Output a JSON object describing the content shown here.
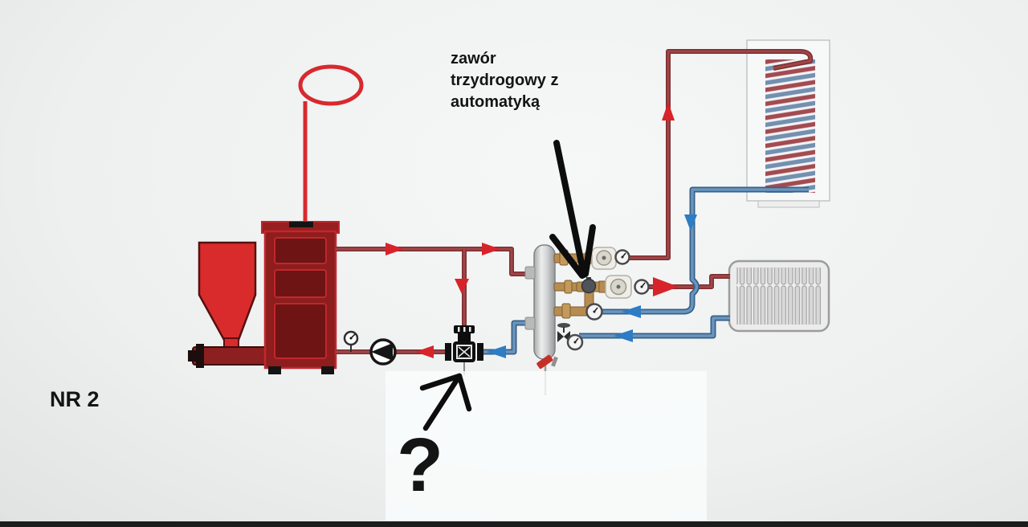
{
  "annotations": {
    "valve_label": "zawór\ntrzydrogowy z\nautomatyką",
    "page_label": "NR 2",
    "question_mark": "?"
  },
  "legend": {
    "supply_pipe_color": "#8d3537",
    "return_pipe_color": "#44719c",
    "supply_arrow_color": "#d7242a",
    "return_arrow_color": "#2e7cc3",
    "boiler_color": "#8e1d1d",
    "hopper_color": "#d92b2b",
    "annotation_color": "#0d0d0d"
  },
  "components": [
    "fuel-hopper",
    "screw-feeder",
    "solid-fuel-boiler",
    "chimney-annotation-ellipse",
    "boiler-circulation-pump",
    "thermometer",
    "four-way-mixing-valve",
    "hydraulic-separator",
    "three-way-valve-with-actuator",
    "circuit-pump-1",
    "circuit-pump-2",
    "pressure-gauges",
    "shut-off-valve",
    "drain-valve",
    "coil-heat-exchanger",
    "panel-radiator"
  ]
}
